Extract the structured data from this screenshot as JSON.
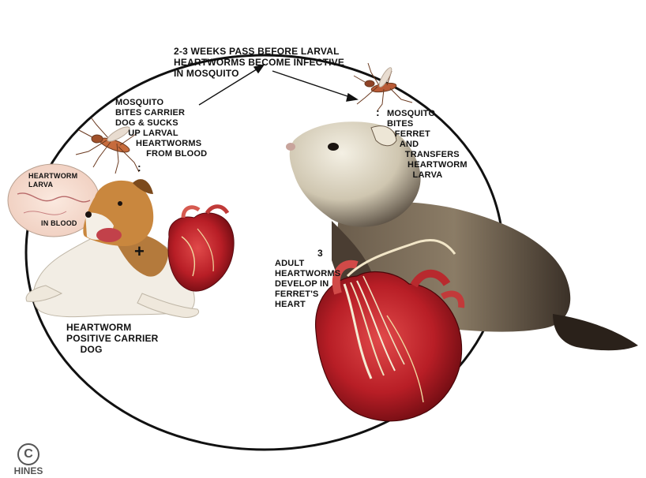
{
  "labels": {
    "top_caption": "2-3 WEEKS PASS BEFORE LARVAL\nHEARTWORMS BECOME INFECTIVE\nIN MOSQUITO",
    "mosquito_bites_dog": "MOSQUITO\nBITES CARRIER\nDOG & SUCKS\n     UP LARVAL\n        HEARTWORMS\n            FROM BLOOD",
    "mosquito_bites_ferret": "MOSQUITO\nBITES\n   FERRET\n     AND\n       TRANSFERS\n        HEARTWORM\n          LARVA",
    "larva_inset_top": "HEARTWORM\nLARVA",
    "larva_inset_bottom": "IN BLOOD",
    "adult_number": "3",
    "adult_heartworms": "ADULT\nHEARTWORMS\nDEVELOP IN\nFERRET'S\nHEART",
    "carrier_dog": "HEARTWORM\nPOSITIVE CARRIER\n     DOG",
    "plus_mark": "+",
    "colon_mark_1": ":",
    "colon_mark_2": ":"
  },
  "copyright": {
    "symbol": "C",
    "name": "HINES"
  },
  "colors": {
    "cycle_circle": "#111111",
    "heart_red": "#c8202a",
    "ferret_fur": "#e8e2d2"
  }
}
